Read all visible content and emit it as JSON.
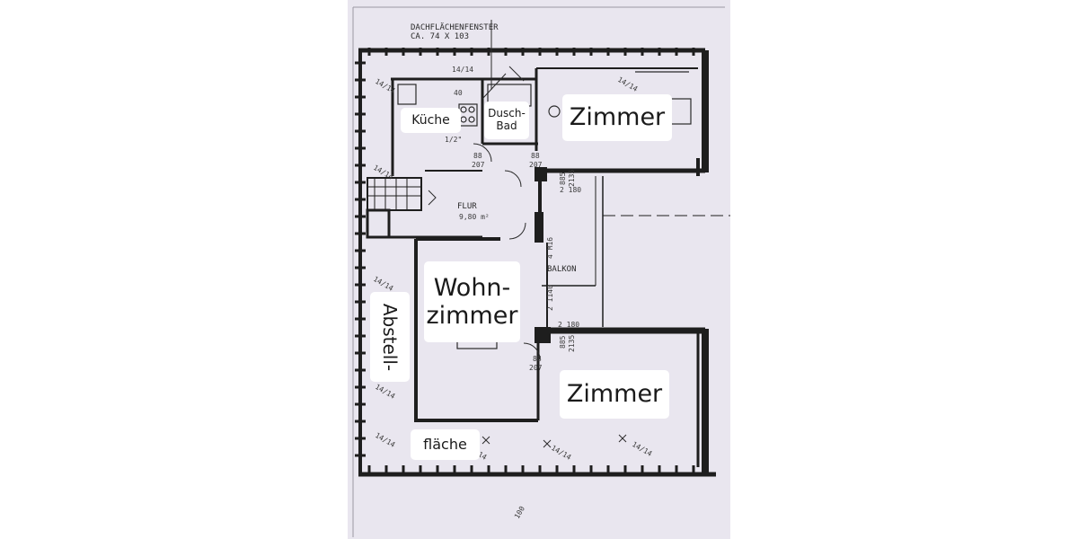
{
  "plan": {
    "header_line1": "DACHFLÄCHENFENSTER",
    "header_line2": "CA. 74 X 103",
    "flur_label": "FLUR",
    "flur_area": "9,80 m²",
    "balkon_label": "BALKON",
    "kitchen_width": "1/2\"",
    "dim_88": "88",
    "dim_207": "207",
    "dim_885": "885",
    "dim_2135": "2135",
    "dim_2180": "2 180",
    "dim_4m16": "4 M16",
    "dim_2140": "2 1140",
    "dim_14_14": "14/14",
    "dim_100": "100",
    "dim_40": "40"
  },
  "labels": {
    "kueche": "Küche",
    "duschbad_line1": "Dusch-",
    "duschbad_line2": "Bad",
    "zimmer_top": "Zimmer",
    "wohnzimmer_line1": "Wohn-",
    "wohnzimmer_line2": "zimmer",
    "abstell": "Abstell-",
    "zimmer_bottom": "Zimmer",
    "flaeche": "fläche"
  },
  "colors": {
    "paper": "#e9e6ef",
    "ink": "#1e1e1e",
    "label_bg": "#ffffff"
  }
}
